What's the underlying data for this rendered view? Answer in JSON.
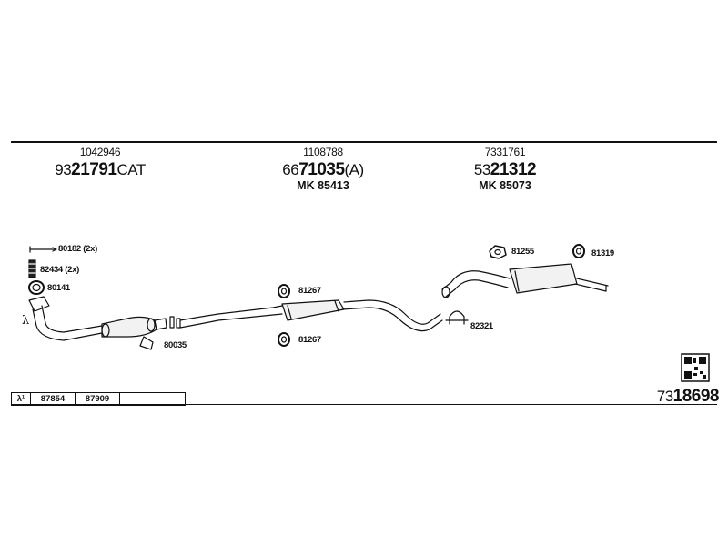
{
  "headers": [
    {
      "small": "1042946",
      "prefix": "93",
      "bold": "21791",
      "suffix": "CAT",
      "mk": ""
    },
    {
      "small": "1108788",
      "prefix": "66",
      "bold": "71035",
      "suffix": "(A)",
      "mk": "MK  85413"
    },
    {
      "small": "7331761",
      "prefix": "53",
      "bold": "21312",
      "suffix": "",
      "mk": "MK  85073"
    }
  ],
  "labels": {
    "bolt_part": "80182 (2x)",
    "spring_part": "82434 (2x)",
    "gasket_part": "80141",
    "cat_bracket_part": "80035",
    "mid_ring_top": "81267",
    "mid_ring_bottom": "81267",
    "clamp_part": "82321",
    "rear_gasket_part": "81255",
    "rear_ring_part": "81319"
  },
  "lambda_symbol": "λ",
  "ref_table": {
    "symbol": "λ¹",
    "cells": [
      "87854",
      "87909",
      ""
    ]
  },
  "set_number": {
    "prefix": "73",
    "bold": "18698"
  },
  "colors": {
    "line": "#111111"
  }
}
